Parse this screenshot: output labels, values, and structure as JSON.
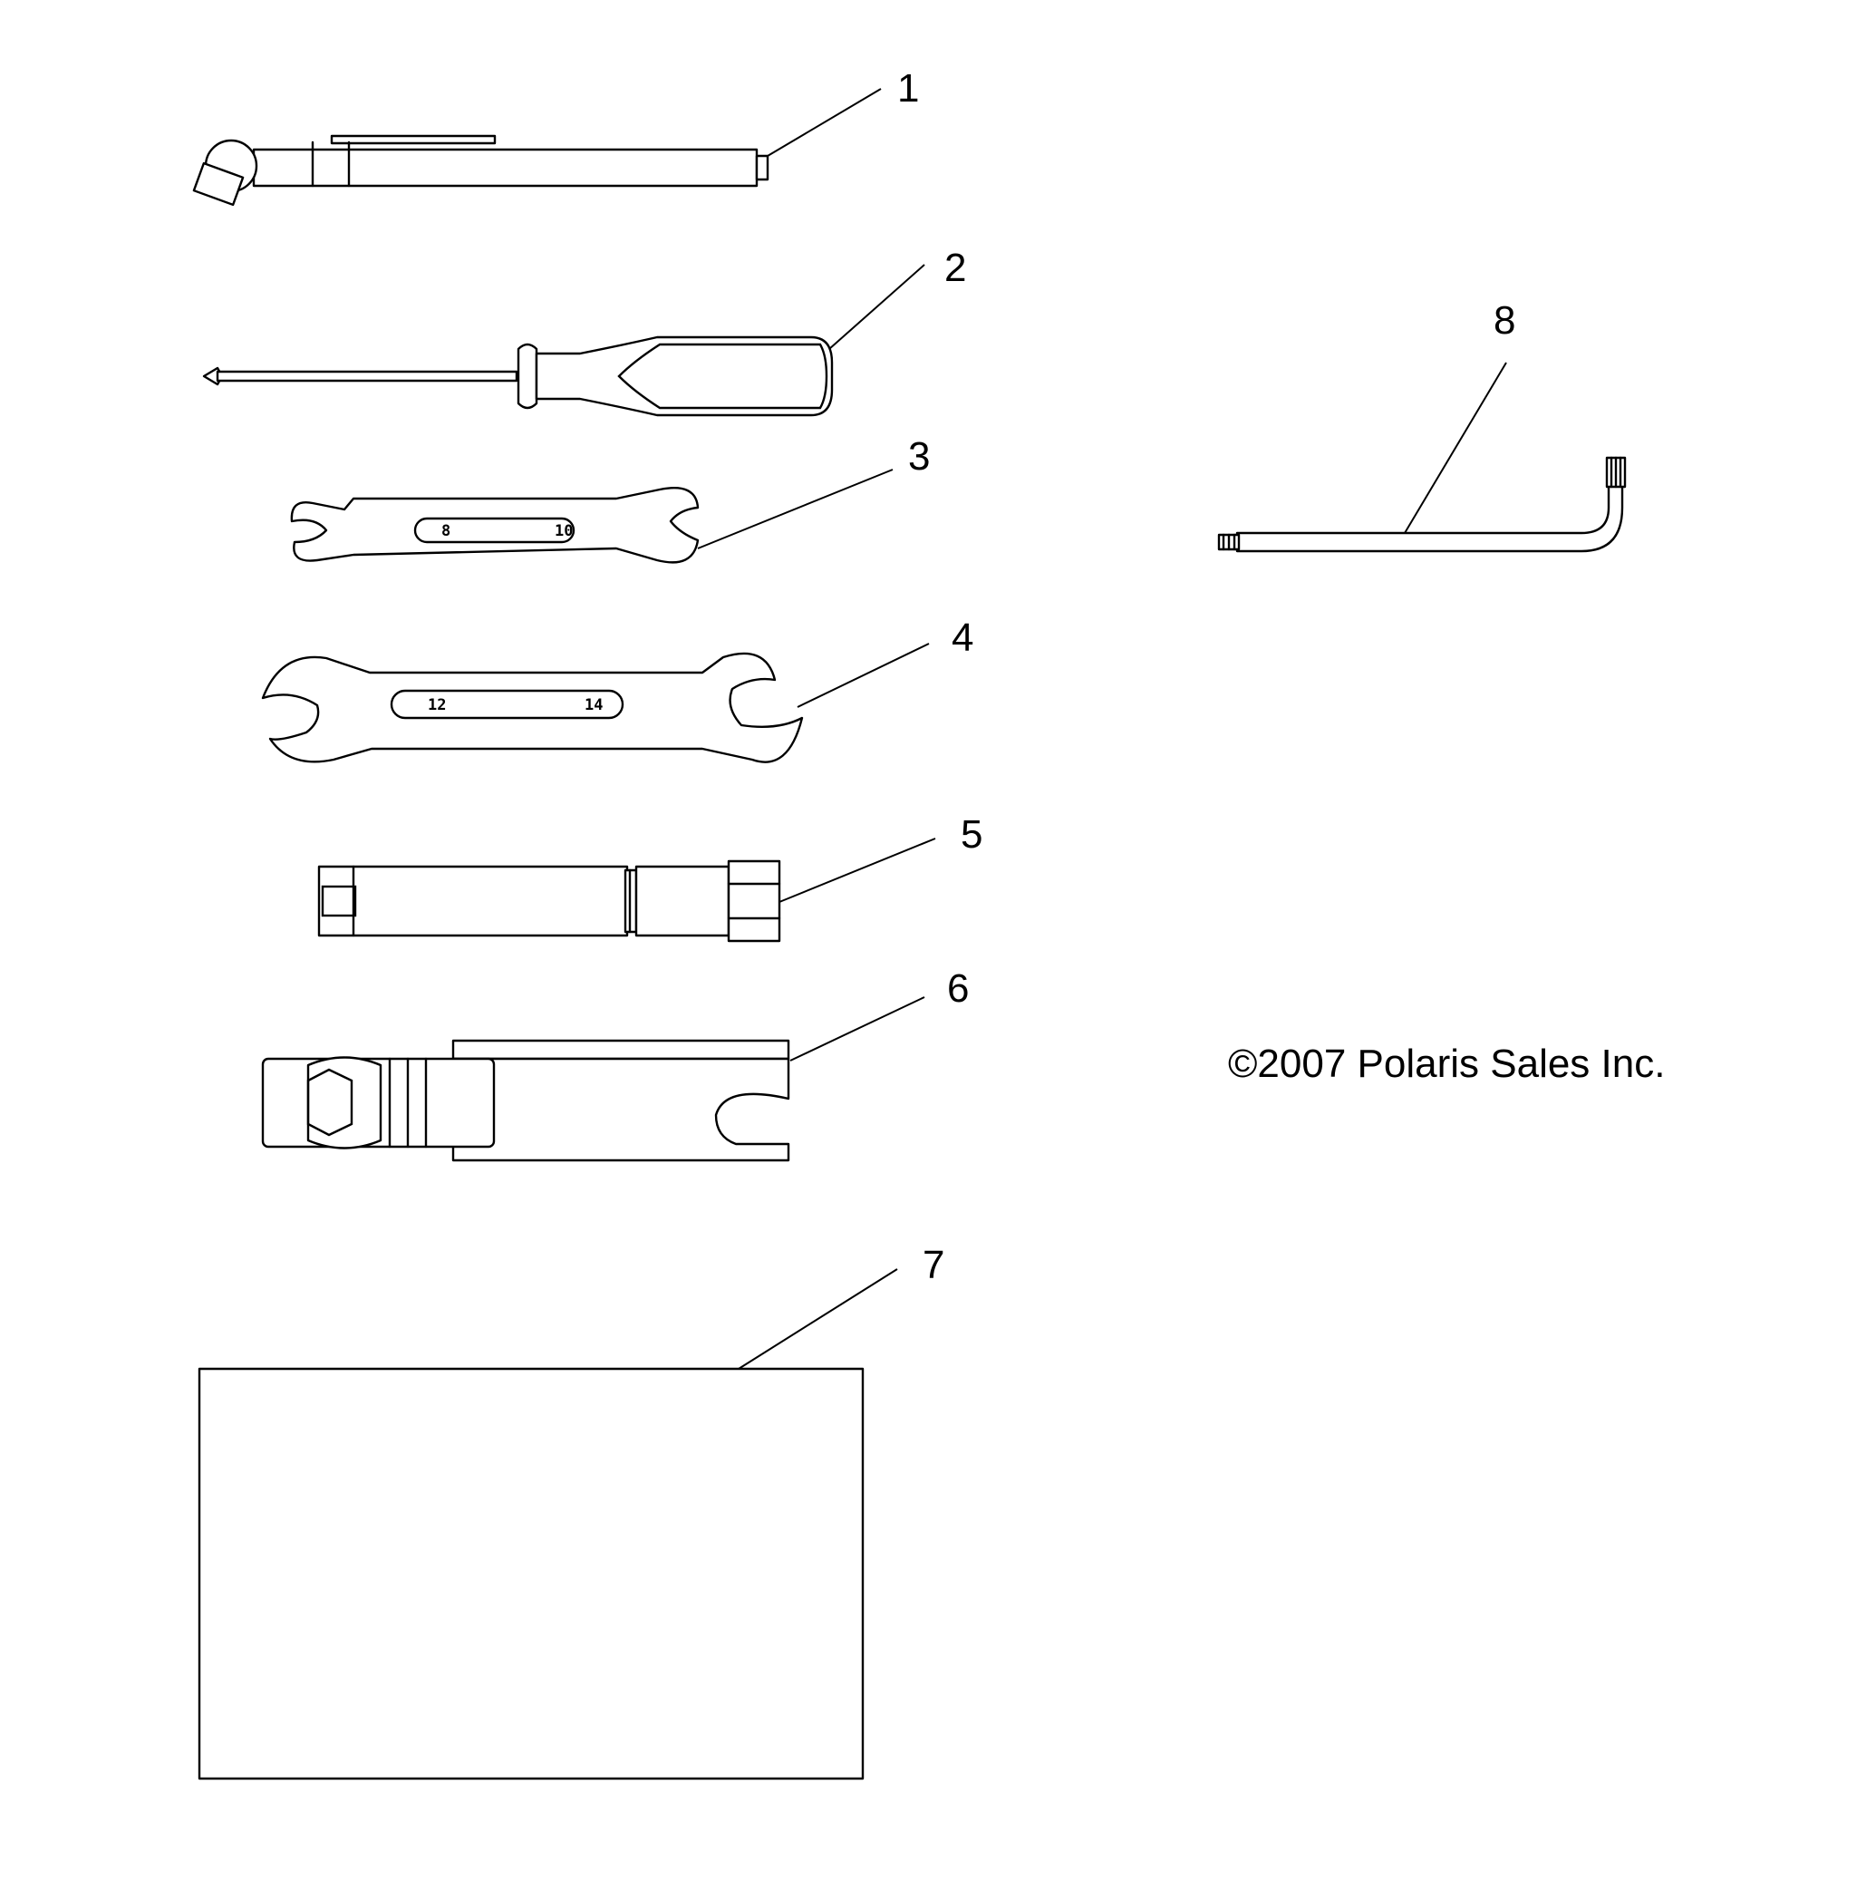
{
  "callouts": [
    {
      "id": "1",
      "label": "1"
    },
    {
      "id": "2",
      "label": "2"
    },
    {
      "id": "3",
      "label": "3"
    },
    {
      "id": "4",
      "label": "4"
    },
    {
      "id": "5",
      "label": "5"
    },
    {
      "id": "6",
      "label": "6"
    },
    {
      "id": "7",
      "label": "7"
    },
    {
      "id": "8",
      "label": "8"
    }
  ],
  "wrench_small": {
    "size_left": "8",
    "size_right": "10"
  },
  "wrench_large": {
    "size_left": "12",
    "size_right": "14"
  },
  "copyright": "©2007 Polaris Sales Inc."
}
